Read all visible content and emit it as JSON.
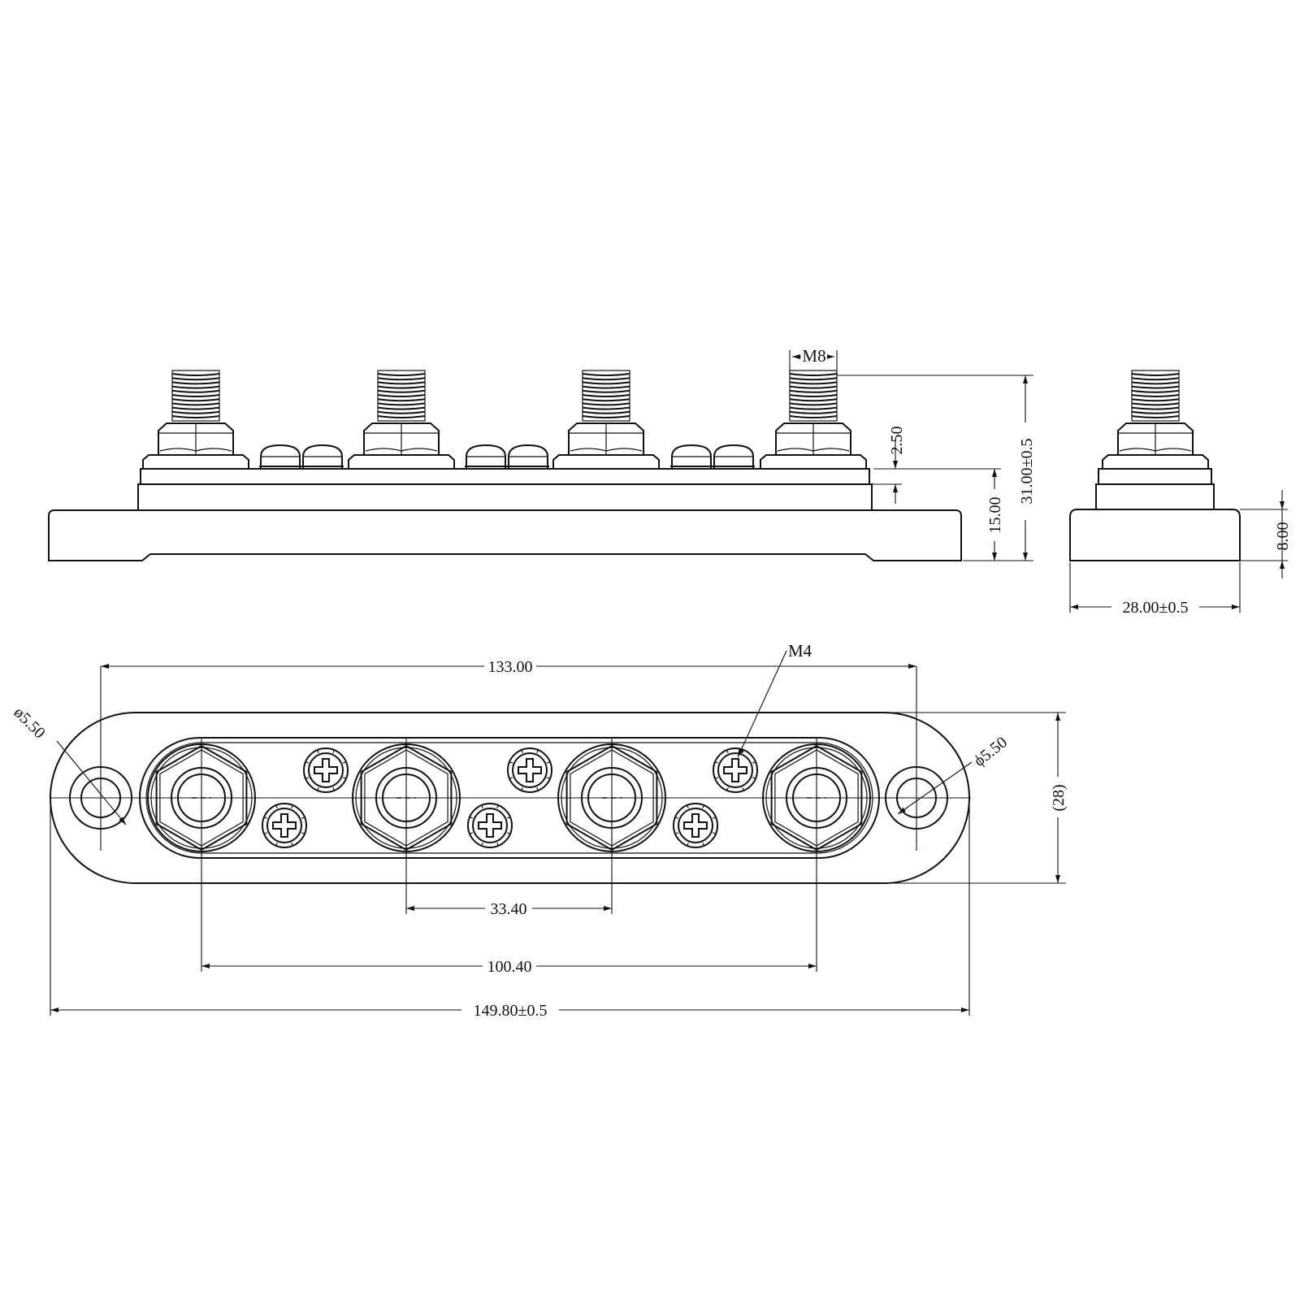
{
  "colors": {
    "line": "#111111",
    "background": "#ffffff"
  },
  "front_view": {
    "thread_label": "M8",
    "dim_total_height": "31.00±0.5",
    "dim_base_height": "15.00",
    "dim_step_height": "2.50"
  },
  "side_view": {
    "dim_width": "28.00±0.5",
    "dim_base_height": "8.00"
  },
  "top_view": {
    "screw_label": "M4",
    "dim_hole_spacing": "133.00",
    "dim_stud_pitch": "33.40",
    "dim_outer_studs": "100.40",
    "dim_overall_length": "149.80±0.5",
    "dim_width_ref": "(28)",
    "dim_hole_left": "ø5.50",
    "dim_hole_right": "ϕ5.50"
  }
}
